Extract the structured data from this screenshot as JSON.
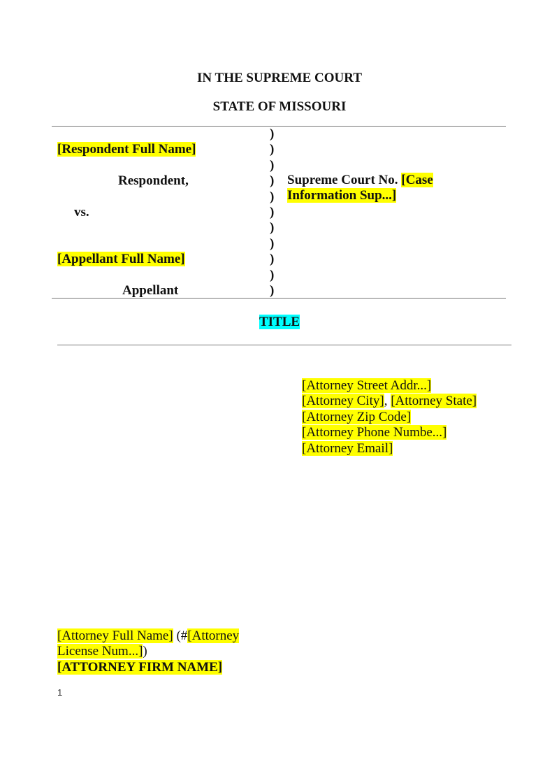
{
  "header": {
    "court_line1": "IN THE SUPREME COURT",
    "court_line2": "STATE OF MISSOURI"
  },
  "caption": {
    "respondent_name": "[Respondent Full Name]",
    "respondent_label": "Respondent,",
    "vs": "vs.",
    "appellant_name": "[Appellant Full Name]",
    "appellant_label": "Appellant",
    "paren": ")",
    "case_prefix": "Supreme Court No.",
    "case_line1": "[Case",
    "case_line2": "Information Sup...]"
  },
  "title": "TITLE",
  "attorney_address": {
    "street": "[Attorney Street Addr...]",
    "city": "[Attorney City]",
    "separator": ",",
    "state": "[Attorney State]",
    "zip": "[Attorney Zip Code]",
    "phone": "[Attorney Phone Numbe...]",
    "email": "[Attorney Email]"
  },
  "signature": {
    "name": "[Attorney Full Name]",
    "license_open": "(#",
    "license_line1": "[Attorney",
    "license_line2": "License Num...]",
    "license_close": ")",
    "firm": "[ATTORNEY FIRM NAME]"
  },
  "page_number": "1",
  "colors": {
    "highlight": "#ffff00",
    "title_highlight": "#00ffff",
    "rule": "#777777"
  }
}
